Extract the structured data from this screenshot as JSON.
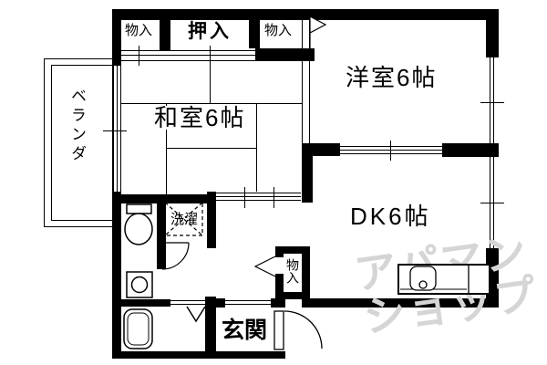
{
  "plan": {
    "rooms": {
      "veranda": "ベランダ",
      "washitsu": "和室6帖",
      "youshitsu": "洋室6帖",
      "dk": "DK6帖",
      "genkan": "玄関"
    },
    "closets": {
      "monoire_left": "物入",
      "oshiire": "押入",
      "monoire_right": "物入",
      "monoire_hall": "物入"
    },
    "fixtures": {
      "laundry_label": "洗濯"
    },
    "watermark": {
      "line1": "アパマン",
      "line2": "ショップ"
    },
    "colors": {
      "wall": "#000000",
      "background": "#ffffff",
      "watermark": "#d5d5d5"
    }
  }
}
